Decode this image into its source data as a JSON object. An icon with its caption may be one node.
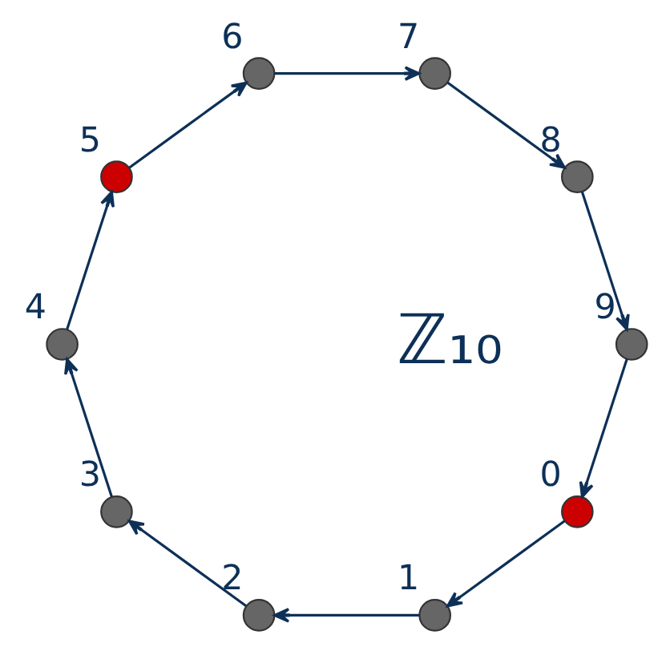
{
  "diagram": {
    "nodes": [
      {
        "text": [],
        "shape": "circle",
        "beside": [
          "0"
        ]
      },
      {
        "text": [],
        "shape": "circle",
        "beside": [
          "1"
        ]
      },
      {
        "text": [],
        "shape": "circle",
        "beside": [
          "2"
        ]
      },
      {
        "text": [],
        "shape": "circle",
        "beside": [
          "3"
        ]
      },
      {
        "text": [],
        "shape": "circle",
        "beside": [
          "4"
        ]
      },
      {
        "text": [],
        "shape": "circle",
        "beside": [
          "5"
        ]
      },
      {
        "text": [],
        "shape": "circle",
        "beside": [
          "6"
        ]
      },
      {
        "text": [],
        "shape": "circle",
        "beside": [
          "7"
        ]
      },
      {
        "text": [],
        "shape": "circle",
        "beside": [
          "8"
        ]
      },
      {
        "text": [],
        "shape": "circle",
        "beside": [
          "9"
        ]
      }
    ],
    "edges": [
      {
        "from": 0,
        "to": 1,
        "arrow": "to"
      },
      {
        "from": 1,
        "to": 2,
        "arrow": "to"
      },
      {
        "from": 2,
        "to": 3,
        "arrow": "to"
      },
      {
        "from": 3,
        "to": 4,
        "arrow": "to"
      },
      {
        "from": 4,
        "to": 5,
        "arrow": "to"
      },
      {
        "from": 5,
        "to": 6,
        "arrow": "to"
      },
      {
        "from": 6,
        "to": 7,
        "arrow": "to"
      },
      {
        "from": 7,
        "to": 8,
        "arrow": "to"
      },
      {
        "from": 8,
        "to": 9,
        "arrow": "to"
      },
      {
        "from": 9,
        "to": 0,
        "arrow": "to"
      }
    ],
    "labels": [
      "ℤ₁₀"
    ]
  }
}
